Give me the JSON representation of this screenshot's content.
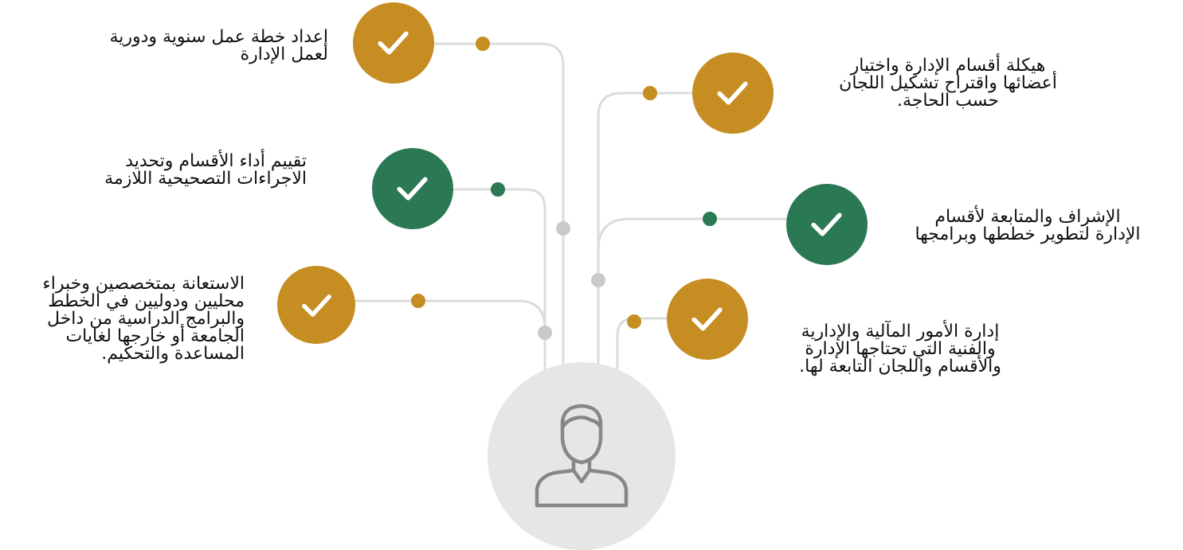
{
  "colors": {
    "gold": "#C68D22",
    "green": "#2B7854",
    "connector": "#DCDCDC",
    "node": "#C9C9C9",
    "avatar_bg": "#E6E6E6",
    "avatar_icon": "#878787"
  },
  "center": {
    "icon": "user-icon"
  },
  "items": [
    {
      "id": "annual-plan",
      "color": "gold",
      "icon": "check-icon",
      "lines": [
        "إعداد خطة عمل سنوية ودورية",
        "لعمل الإدارة"
      ]
    },
    {
      "id": "performance-evaluation",
      "color": "green",
      "icon": "check-icon",
      "lines": [
        "تقييم أداء الأقسام وتحديد",
        "الاجراءات التصحيحية اللازمة"
      ]
    },
    {
      "id": "expert-consultation",
      "color": "gold",
      "icon": "check-icon",
      "lines": [
        "الاستعانة بمتخصصين وخبراء",
        "محليين ودوليين في الخطط",
        "والبرامج الدراسية من داخل",
        "الجامعة أو خارجها لغايات",
        "المساعدة والتحكيم."
      ]
    },
    {
      "id": "department-structure",
      "color": "gold",
      "icon": "check-icon",
      "lines": [
        "هيكلة أقسام الإدارة واختيار",
        "أعضائها واقتراح تشكيل اللجان",
        "حسب الحاجة."
      ]
    },
    {
      "id": "supervision-followup",
      "color": "green",
      "icon": "check-icon",
      "lines": [
        "الإشراف والمتابعة لأقسام",
        "الإدارة لتطوير خططها وبرامجها"
      ]
    },
    {
      "id": "financial-admin-affairs",
      "color": "gold",
      "icon": "check-icon",
      "lines": [
        "إدارة الأمور المآلية والإدارية",
        "والفنية التي تحتاجها الإدارة",
        "والأقسام واللجان التابعة لها."
      ]
    }
  ]
}
